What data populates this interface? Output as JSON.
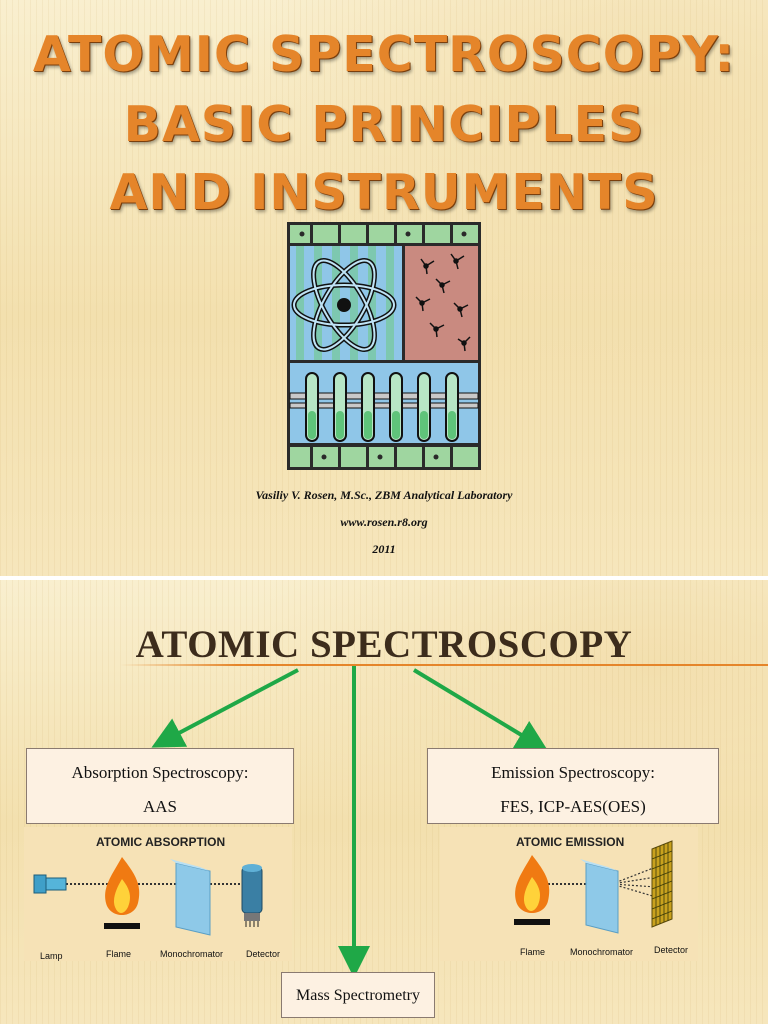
{
  "slide1": {
    "title_lines": [
      "ATOMIC SPECTROSCOPY:",
      "BASIC PRINCIPLES",
      "AND INSTRUMENTS"
    ],
    "author": "Vasiliy V. Rosen, M.Sc., ZBM Analytical Laboratory",
    "website": "www.rosen.r8.org",
    "year": "2011"
  },
  "slide2": {
    "title": "ATOMIC SPECTROSCOPY",
    "absorption": {
      "line1": "Absorption Spectroscopy:",
      "line2": "AAS"
    },
    "emission": {
      "line1": "Emission Spectroscopy:",
      "line2": "FES,  ICP-AES(OES)"
    },
    "mass": "Mass Spectrometry",
    "absorption_diagram": {
      "title": "ATOMIC ABSORPTION",
      "labels": [
        "Lamp",
        "Flame",
        "Monochromator",
        "Detector"
      ]
    },
    "emission_diagram": {
      "title": "ATOMIC EMISSION",
      "labels": [
        "Flame",
        "Monochromator",
        "Detector"
      ]
    },
    "arrow_color": "#1fa847"
  }
}
